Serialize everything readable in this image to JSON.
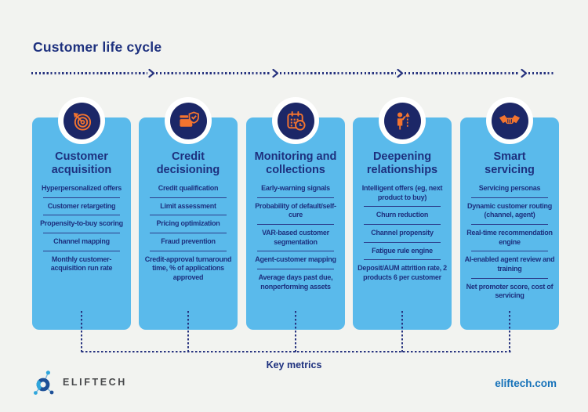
{
  "header": {
    "title": "Customer life cycle"
  },
  "columns": [
    {
      "title": "Customer\nacquisition",
      "icon": "target-dart-icon",
      "items": [
        "Hyperpersonalized offers",
        "Customer retargeting",
        "Propensity-to-buy scoring",
        "Channel mapping",
        "Monthly customer-acquisition run rate"
      ]
    },
    {
      "title": "Credit\ndecisioning",
      "icon": "wallet-shield-icon",
      "items": [
        "Credit qualification",
        "Limit assessment",
        "Pricing optimization",
        "Fraud prevention",
        "Credit-approval turnaround time, % of applications approved"
      ]
    },
    {
      "title": "Monitoring and\ncollections",
      "icon": "calendar-clock-icon",
      "items": [
        "Early-warning signals",
        "Probability of default/self-cure",
        "VAR-based customer segmentation",
        "Agent-customer mapping",
        "Average days past due, nonperforming assets"
      ]
    },
    {
      "title": "Deepening\nrelationships",
      "icon": "person-growth-icon",
      "items": [
        "Intelligent offers (eg, next product to buy)",
        "Churn reduction",
        "Channel propensity",
        "Fatigue rule engine",
        "Deposit/AUM attrition rate, 2 products 6 per customer"
      ]
    },
    {
      "title": "Smart\nservicing",
      "icon": "handshake-icon",
      "items": [
        "Servicing personas",
        "Dynamic customer routing (channel, agent)",
        "Real-time recommendation engine",
        "AI-enabled agent review and training",
        "Net promoter score, cost of servicing"
      ]
    }
  ],
  "footer": {
    "bracket_label": "Key metrics",
    "brand": "ELIFTECH",
    "website": "eliftech.com"
  },
  "colors": {
    "background": "#F2F3F0",
    "card_blue": "#5ABAEB",
    "navy": "#1C2767",
    "text_navy": "#1D307E",
    "orange": "#F4742F",
    "link_blue": "#1571B9"
  }
}
